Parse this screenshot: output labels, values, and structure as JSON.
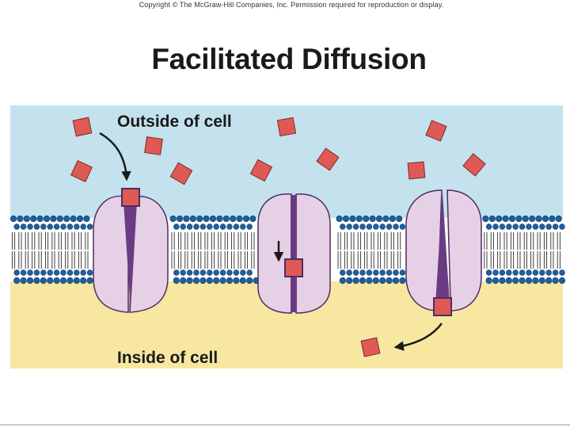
{
  "header": {
    "copyright": "Copyright © The McGraw-Hill Companies, Inc. Permission required for reproduction or display.",
    "title": "Facilitated Diffusion"
  },
  "diagram": {
    "outside_label": "Outside of cell",
    "inside_label": "Inside of cell"
  },
  "colors": {
    "outside": "#c3e2ee",
    "inside": "#f7e7a1",
    "protein": "#e6d0e6",
    "channel": "#6a3b82",
    "molecule": "#e05a55",
    "lipid_head": "#1f5f9e"
  }
}
